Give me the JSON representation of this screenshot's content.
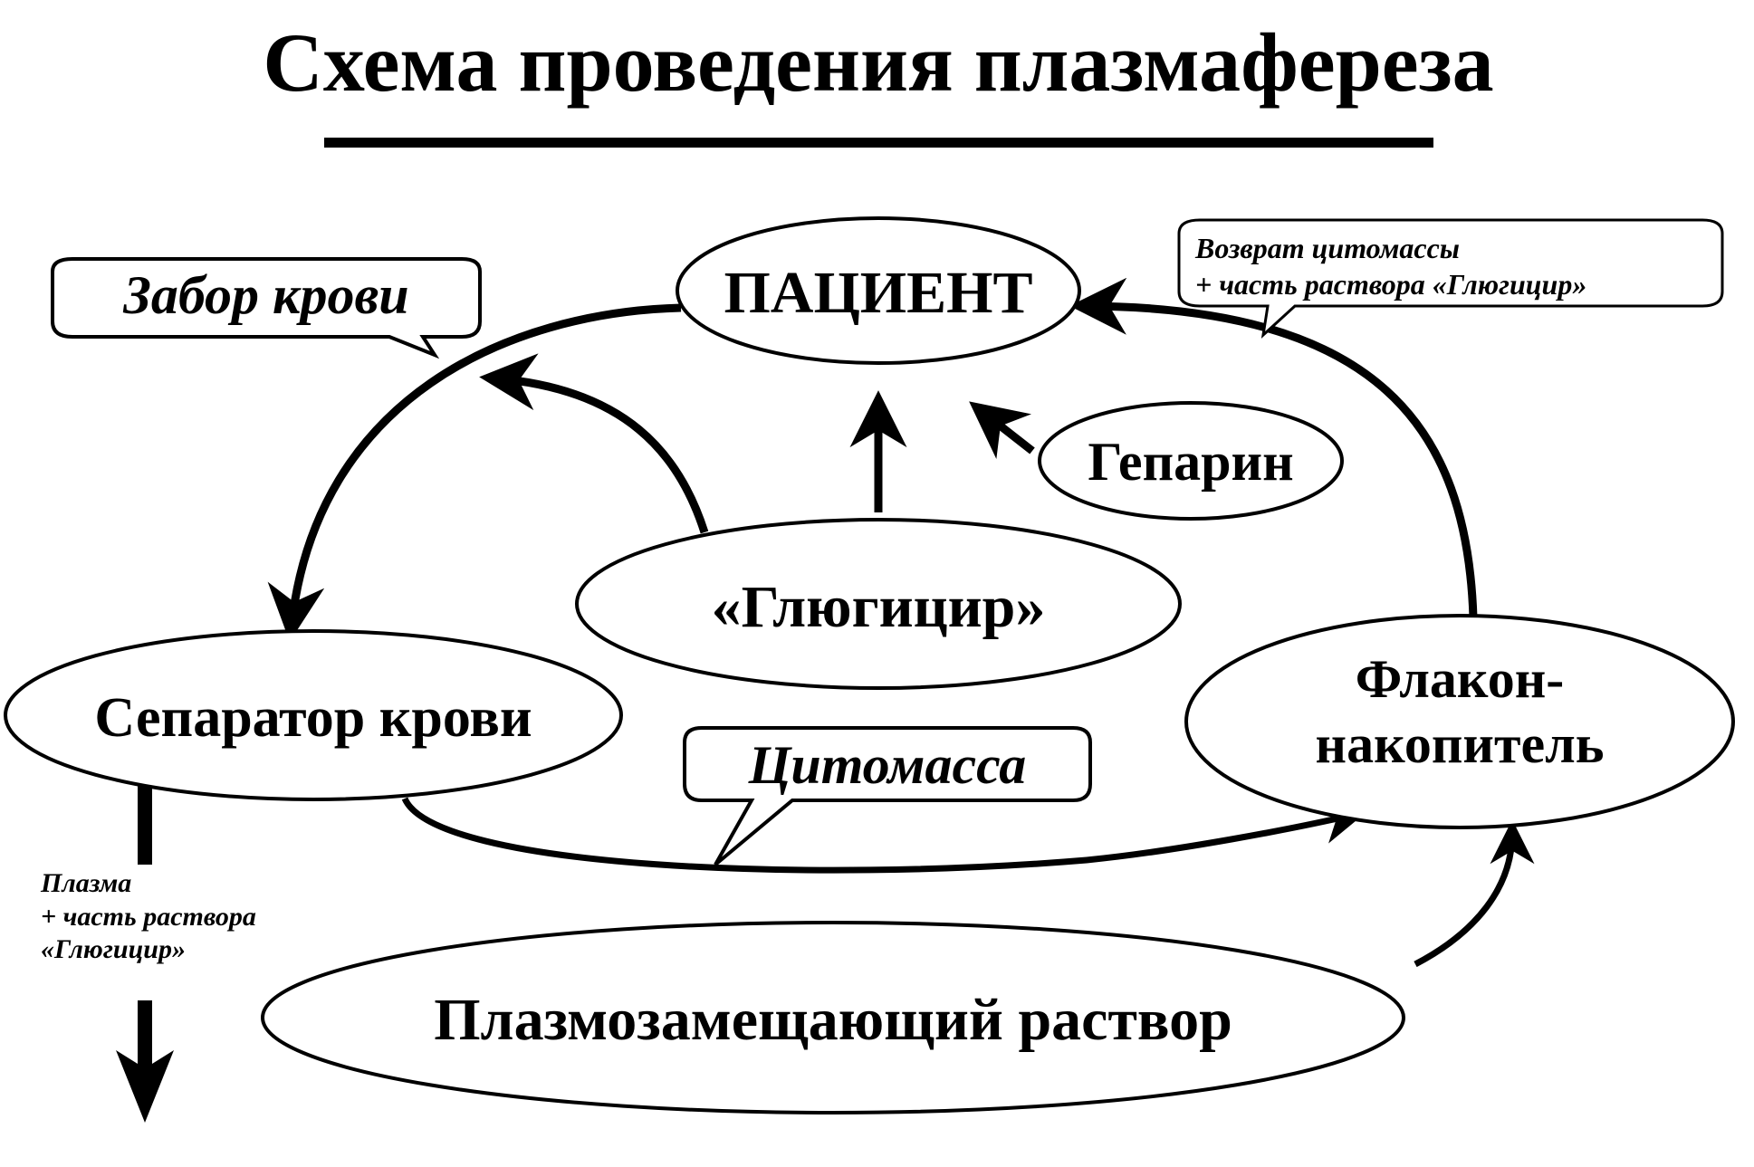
{
  "title": "Схема проведения плазмафереза",
  "nodes": {
    "patient": "ПАЦИЕНТ",
    "heparin": "Гепарин",
    "glugicir": "«Глюгицир»",
    "separator": "Сепаратор крови",
    "flask_line1": "Флакон-",
    "flask_line2": "накопитель",
    "substitute": "Плазмозамещающий раствор"
  },
  "callouts": {
    "blood_draw": "Забор крови",
    "return_line1": "Возврат цитомассы",
    "return_line2": "+ часть раствора «Глюгицир»",
    "cytomass": "Цитомасса"
  },
  "labels": {
    "plasma_line1": "Плазма",
    "plasma_line2": "+ часть раствора",
    "plasma_line3": "«Глюгицир»"
  }
}
